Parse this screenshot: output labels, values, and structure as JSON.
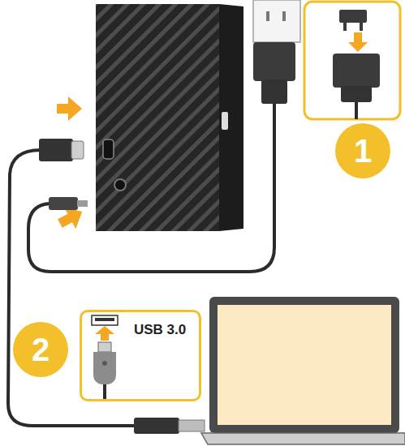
{
  "diagram": {
    "nodes": [
      {
        "text": [
          "1"
        ]
      },
      {
        "text": [
          "2"
        ]
      },
      {
        "text": [
          "USB 3.0"
        ]
      }
    ]
  }
}
